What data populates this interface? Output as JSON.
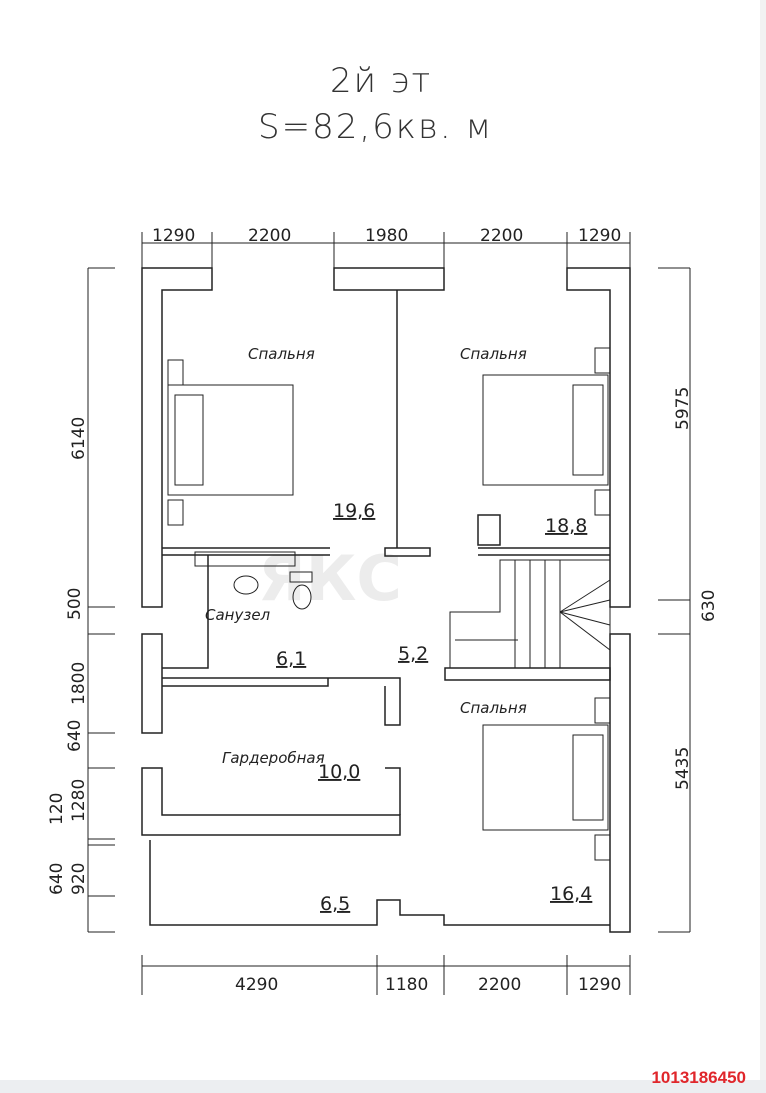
{
  "title": {
    "floor": "2й эт",
    "area": "S=82,6кв. м"
  },
  "dimensions": {
    "top": [
      "1290",
      "2200",
      "1980",
      "2200",
      "1290"
    ],
    "bottom": [
      "4290",
      "1180",
      "2200",
      "1290"
    ],
    "left": [
      "6140",
      "500",
      "1800",
      "640",
      "120",
      "1280",
      "640",
      "920"
    ],
    "right": [
      "5975",
      "630",
      "5435"
    ]
  },
  "rooms": [
    {
      "name": "Спальня",
      "area": "19,6"
    },
    {
      "name": "Спальня",
      "area": "18,8"
    },
    {
      "name": "Санузел",
      "area": "6,1"
    },
    {
      "name": "",
      "area": "5,2"
    },
    {
      "name": "Спальня",
      "area": "16,4"
    },
    {
      "name": "Гардеробная",
      "area": "10,0"
    },
    {
      "name": "",
      "area": "6,5"
    }
  ],
  "watermark": "ЯКС",
  "listing_id": "1013186450",
  "colors": {
    "id_text": "#e0262b",
    "lines": "#222222"
  }
}
